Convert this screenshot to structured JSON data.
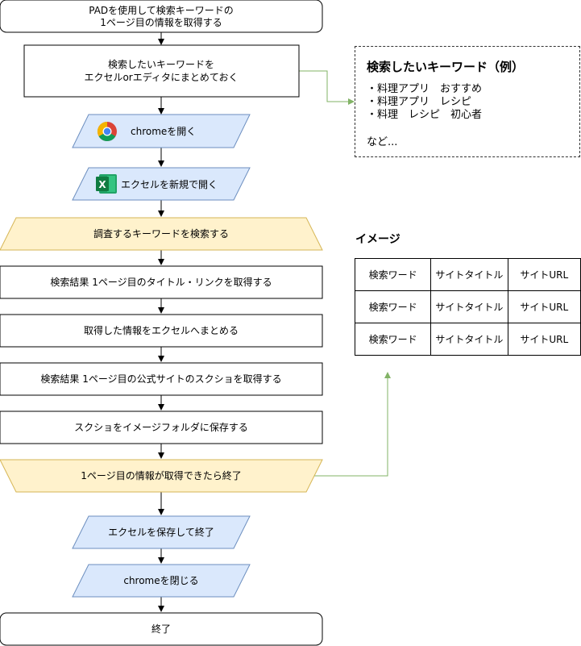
{
  "flow": {
    "start": [
      "PADを使用して検索キーワードの",
      "1ページ目の情報を取得する"
    ],
    "prepare_keywords": [
      "検索したいキーワードを",
      "エクセルorエディタにまとめておく"
    ],
    "open_chrome": "chromeを開く",
    "open_excel": "エクセルを新規で開く",
    "search_loop": "調査するキーワードを検索する",
    "get_titles_links": "検索結果 1ページ目のタイトル・リンクを取得する",
    "compile_to_excel": "取得した情報をエクセルへまとめる",
    "screenshot_sites": "検索結果 1ページ目の公式サイトのスクショを取得する",
    "save_screenshots": "スクショをイメージフォルダに保存する",
    "loop_end": "1ページ目の情報が取得できたら終了",
    "save_excel": "エクセルを保存して終了",
    "close_chrome": "chromeを閉じる",
    "end": "終了"
  },
  "note": {
    "title": "検索したいキーワード（例）",
    "items": [
      "・料理アプリ　おすすめ",
      "・料理アプリ　レシピ",
      "・料理　レシピ　初心者"
    ],
    "etc": "など..."
  },
  "image_section": {
    "title": "イメージ",
    "rows": [
      [
        "検索ワード",
        "サイトタイトル",
        "サイトURL"
      ],
      [
        "検索ワード",
        "サイトタイトル",
        "サイトURL"
      ],
      [
        "検索ワード",
        "サイトタイトル",
        "サイトURL"
      ]
    ]
  },
  "icons": {
    "chrome": "chrome-logo-icon",
    "excel": "excel-logo-icon"
  },
  "colors": {
    "io_fill": "#dae8fc",
    "io_stroke": "#6c8ebf",
    "loop_fill": "#fff2cc",
    "loop_stroke": "#d6b656",
    "connector_green": "#82b366"
  }
}
